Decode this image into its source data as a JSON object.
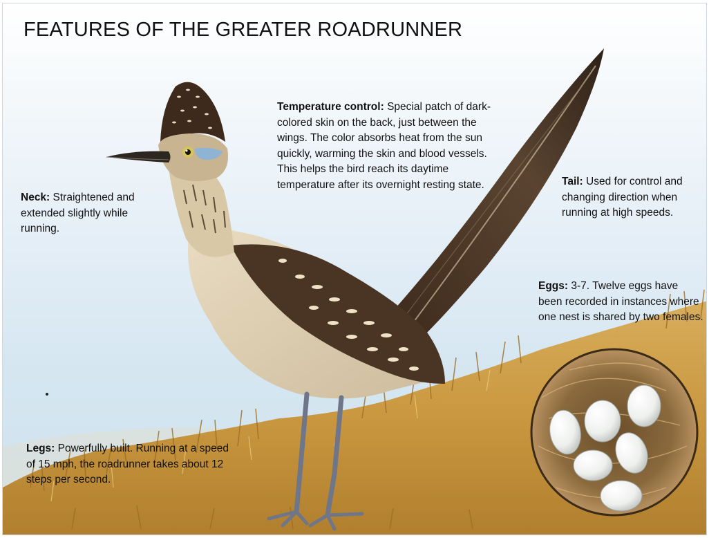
{
  "title": "FEATURES OF THE GREATER ROADRUNNER",
  "callouts": {
    "neck": {
      "label": "Neck:",
      "text": "Straightened and extended slightly while running."
    },
    "temperature": {
      "label": "Temperature control:",
      "text": "Special patch of dark-colored skin on the back, just between the wings. The color absorbs heat from the sun quickly, warming the skin and blood vessels. This helps the bird reach its daytime temperature after its overnight resting state."
    },
    "tail": {
      "label": "Tail:",
      "text": "Used for control and changing direction when running at high speeds."
    },
    "eggs": {
      "label": "Eggs:",
      "text": "3-7. Twelve eggs have been recorded in instances where one nest is shared by two females."
    },
    "legs": {
      "label": "Legs:",
      "text": "Powerfully built. Running at a speed of 15 mph, the roadrunner takes about 12 steps per second."
    }
  },
  "illustration": {
    "subject": "greater-roadrunner",
    "nest": "nest-with-eggs",
    "colors": {
      "sky": "#d9e8f2",
      "grass": "#c9973f",
      "bird_dark": "#3e2a1c",
      "bird_light": "#e9dcc2",
      "legs": "#6f7689",
      "eye": "#d7c55a"
    }
  }
}
